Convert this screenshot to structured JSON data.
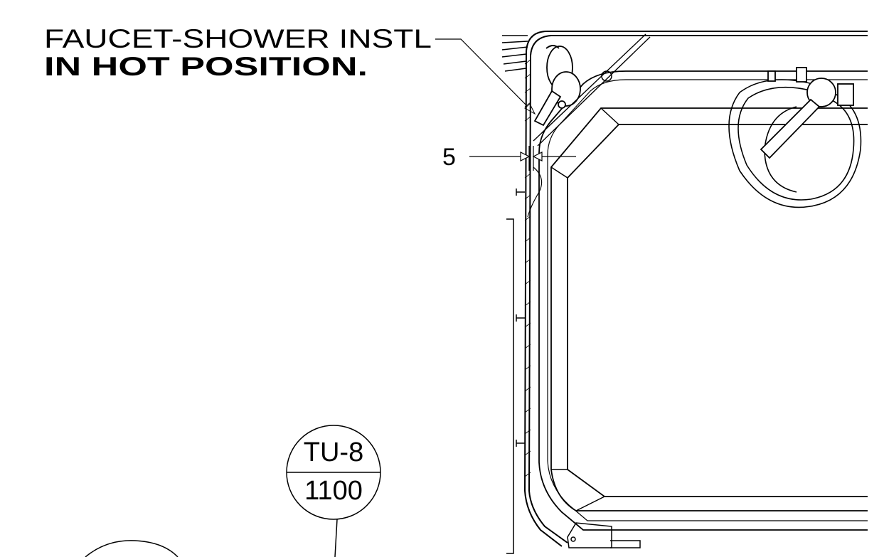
{
  "callout": {
    "line1": "FAUCET-SHOWER INSTL",
    "line2": "IN HOT POSITION."
  },
  "dimension": {
    "value": "5"
  },
  "detail_bubble": {
    "top": "TU-8",
    "bottom": "1100"
  }
}
